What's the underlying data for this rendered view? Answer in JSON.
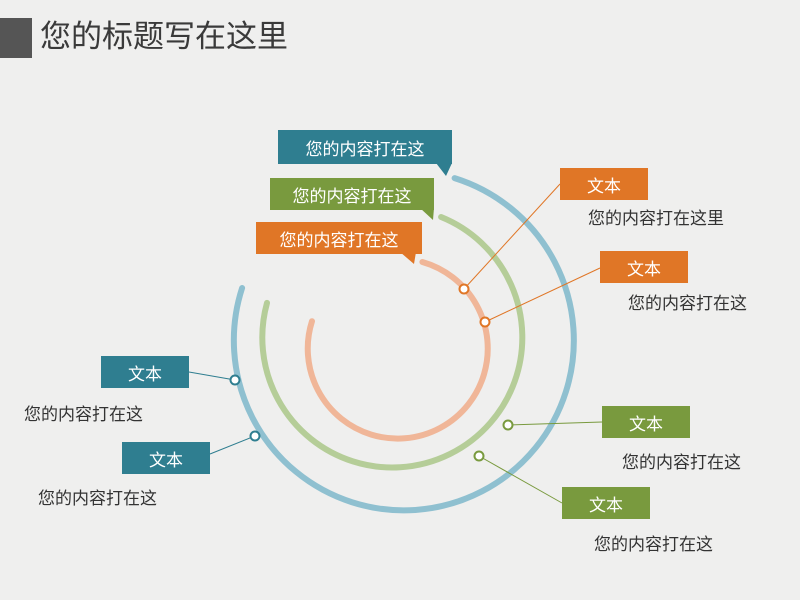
{
  "title": "您的标题写在这里",
  "colors": {
    "blue": "#5b9fb2",
    "blue_dark": "#2f7e90",
    "green": "#a8c48a",
    "green_dark": "#799a3e",
    "orange": "#ecae8c",
    "orange_dark": "#e07626",
    "text": "#333333"
  },
  "rings": {
    "outer": {
      "label": "您的内容打在这",
      "color": "#5b9fb2"
    },
    "middle": {
      "label": "您的内容打在这",
      "color": "#a8c48a"
    },
    "inner": {
      "label": "您的内容打在这",
      "color": "#ecae8c"
    }
  },
  "items": [
    {
      "label": "文本",
      "desc": "您的内容打在这里",
      "ring": "inner",
      "color": "#e07626"
    },
    {
      "label": "文本",
      "desc": "您的内容打在这",
      "ring": "inner",
      "color": "#e07626"
    },
    {
      "label": "文本",
      "desc": "您的内容打在这",
      "ring": "outer",
      "color": "#2f7e90"
    },
    {
      "label": "文本",
      "desc": "您的内容打在这",
      "ring": "outer",
      "color": "#2f7e90"
    },
    {
      "label": "文本",
      "desc": "您的内容打在这",
      "ring": "middle",
      "color": "#799a3e"
    },
    {
      "label": "文本",
      "desc": "您的内容打在这",
      "ring": "middle",
      "color": "#799a3e"
    }
  ]
}
